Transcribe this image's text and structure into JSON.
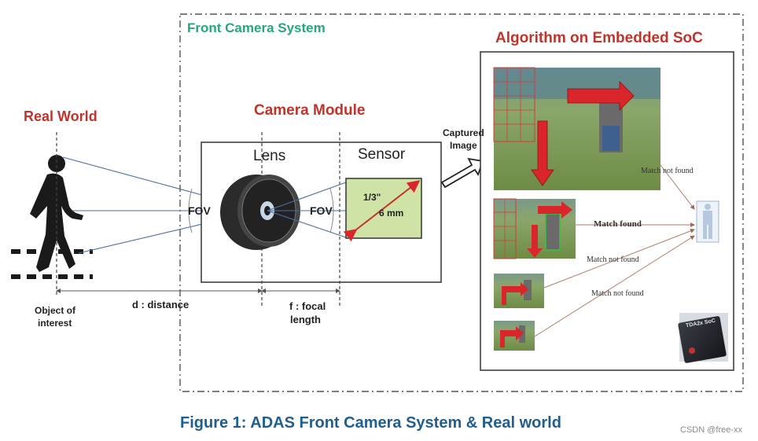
{
  "front_camera_system": "Front Camera System",
  "algorithm_title": "Algorithm on Embedded SoC",
  "real_world": "Real World",
  "camera_module": "Camera Module",
  "lens": "Lens",
  "sensor": "Sensor",
  "fov_left": "FOV",
  "fov_right": "FOV",
  "sensor_size_1": "1/3\"",
  "sensor_size_2": "6 mm",
  "captured_image_1": "Captured",
  "captured_image_2": "Image",
  "object_of_interest_1": "Object of",
  "object_of_interest_2": "interest",
  "distance": "d : distance",
  "focal_1": "f : focal",
  "focal_2": "length",
  "match_not_found_1": "Match not found",
  "match_found": "Match found",
  "match_not_found_2": "Match not found",
  "match_not_found_3": "Match not found",
  "chip_label": "TDA2x SoC",
  "figure_caption": "Figure 1:  ADAS Front Camera System & Real world",
  "watermark": "CSDN @free-xx",
  "colors": {
    "red": "#c0342b",
    "green": "#27a67a",
    "caption_blue": "#1f5f8f",
    "sensor_fill": "#cfe3a6"
  }
}
